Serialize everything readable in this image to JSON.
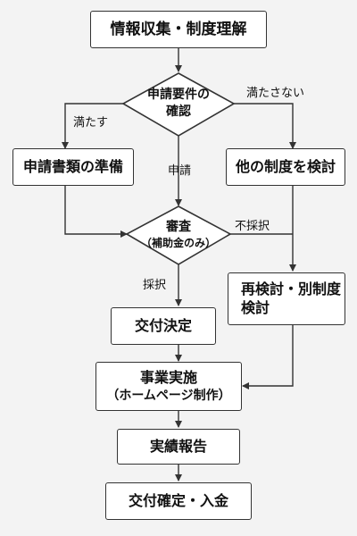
{
  "nodes": {
    "start": "情報収集・制度理解",
    "decision1": {
      "line1": "申請要件の",
      "line2": "確認"
    },
    "prepare": "申請書類の準備",
    "other": "他の制度を検討",
    "decision2": {
      "line1": "審査",
      "line2": "（補助金のみ）"
    },
    "reconsider": {
      "line1": "再検討・別制度",
      "line2": "検討"
    },
    "grant_decision": "交付決定",
    "execution": {
      "line1": "事業実施",
      "line2": "（ホームページ制作）"
    },
    "report": "実績報告",
    "final": "交付確定・入金"
  },
  "labels": {
    "satisfied": "満たす",
    "not_satisfied": "満たさない",
    "apply": "申請",
    "rejected": "不採択",
    "accepted": "採択"
  },
  "colors": {
    "stroke": "#333333",
    "background": "#f3f3f3",
    "box": "#ffffff"
  }
}
